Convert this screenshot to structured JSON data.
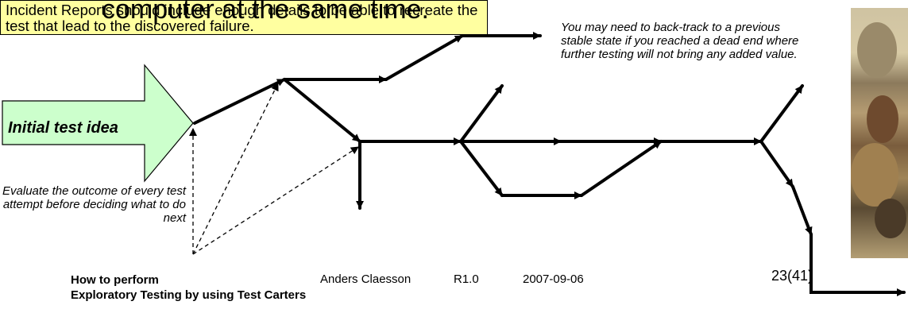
{
  "slide": {
    "heading": "computer at the same time."
  },
  "diagram": {
    "start_arrow_label": "Initial test idea",
    "backtrack_note": "You may need  to back-track to a previous stable state if you reached a dead end where further testing will not bring any added value.",
    "evaluate_note": "Evaluate the outcome of every test attempt before deciding what to do next",
    "incident_note": "Incident Reports should include enough details to be able to recreate the test that lead to the discovered failure.",
    "colors": {
      "start_arrow_fill": "#ccffcc",
      "incident_box_fill": "#ffffa0",
      "lines": "#000000"
    }
  },
  "footer": {
    "title_line1": "How to perform",
    "title_line2": "Exploratory Testing by using Test Carters",
    "author": "Anders Claesson",
    "revision": "R1.0",
    "date": "2007-09-06",
    "page": "23(41)"
  }
}
